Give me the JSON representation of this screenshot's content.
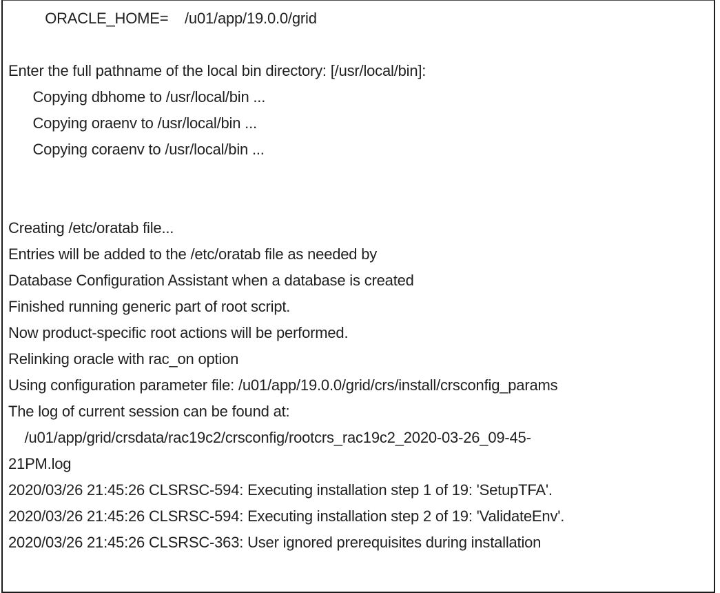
{
  "box": {
    "background": "#ffffff",
    "border_color": "#1c1c1c",
    "text_color": "#1f1f1f"
  },
  "terminal": {
    "lines": [
      "         ORACLE_HOME=    /u01/app/19.0.0/grid",
      "",
      "Enter the full pathname of the local bin directory: [/usr/local/bin]:",
      "      Copying dbhome to /usr/local/bin ...",
      "      Copying oraenv to /usr/local/bin ...",
      "      Copying coraenv to /usr/local/bin ...",
      "",
      "",
      "Creating /etc/oratab file...",
      "Entries will be added to the /etc/oratab file as needed by",
      "Database Configuration Assistant when a database is created",
      "Finished running generic part of root script.",
      "Now product-specific root actions will be performed.",
      "Relinking oracle with rac_on option",
      "Using configuration parameter file: /u01/app/19.0.0/grid/crs/install/crsconfig_params",
      "The log of current session can be found at:",
      "    /u01/app/grid/crsdata/rac19c2/crsconfig/rootcrs_rac19c2_2020-03-26_09-45-",
      "21PM.log",
      "2020/03/26 21:45:26 CLSRSC-594: Executing installation step 1 of 19: 'SetupTFA'.",
      "2020/03/26 21:45:26 CLSRSC-594: Executing installation step 2 of 19: 'ValidateEnv'.",
      "2020/03/26 21:45:26 CLSRSC-363: User ignored prerequisites during installation"
    ]
  }
}
